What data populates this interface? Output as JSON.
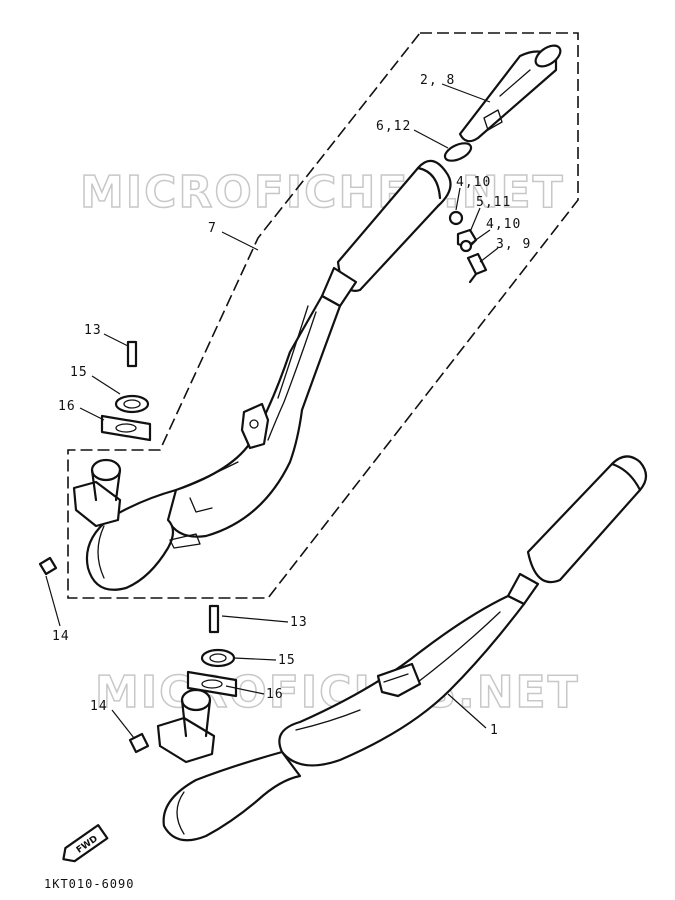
{
  "watermarks": [
    "MICROFICHES.NET",
    "MICROFICHES.NET"
  ],
  "callouts": {
    "c_2_8": "2, 8",
    "c_6_12": "6,12",
    "c_4_10_a": "4,10",
    "c_5_11": "5,11",
    "c_4_10_b": "4,10",
    "c_3_9": "3, 9",
    "c_7": "7",
    "c_13_upper": "13",
    "c_15_upper": "15",
    "c_16_upper": "16",
    "c_14_upper": "14",
    "c_13_lower": "13",
    "c_15_lower": "15",
    "c_16_lower": "16",
    "c_14_lower": "14",
    "c_1": "1"
  },
  "direction_badge": "FWD",
  "drawing_code": "1KT010-6090"
}
